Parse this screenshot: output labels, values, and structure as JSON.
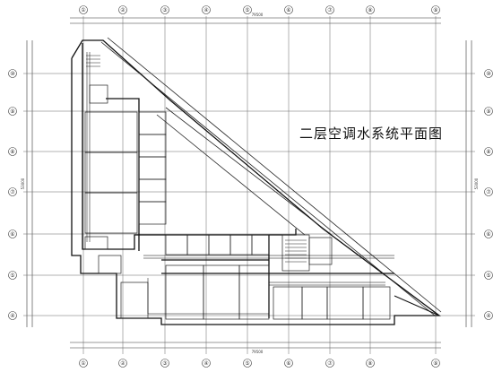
{
  "drawing": {
    "title": "二层空调水系统平面图",
    "top_axes": [
      "①",
      "②",
      "③",
      "④",
      "⑤",
      "⑥",
      "⑦",
      "⑧",
      "⑨"
    ],
    "bottom_axes": [
      "①",
      "②",
      "③",
      "④",
      "⑤",
      "⑥",
      "⑦",
      "⑧",
      "⑨"
    ],
    "left_axes": [
      "⑩",
      "⑨",
      "⑧",
      "⑦",
      "⑥",
      "⑤",
      "④"
    ],
    "right_axes": [
      "⑩",
      "⑨",
      "⑧",
      "⑦",
      "⑥",
      "⑤",
      "④"
    ],
    "overall_dim_top": "79500",
    "overall_dim_bottom": "79500",
    "overall_dim_side": "53000",
    "colors": {
      "line": "#222222",
      "grid": "#555555",
      "background": "#ffffff"
    }
  }
}
